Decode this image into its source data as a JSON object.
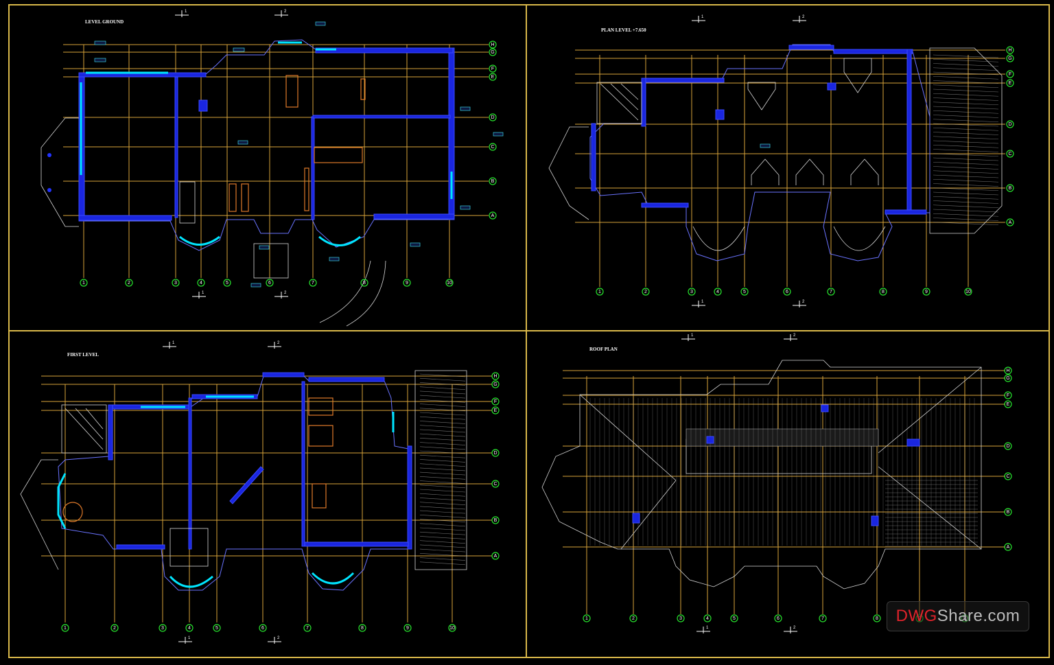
{
  "panels": [
    {
      "title": "LEVEL GROUND"
    },
    {
      "title": "PLAN LEVEL +7.650"
    },
    {
      "title": "FIRST LEVEL"
    },
    {
      "title": "ROOF PLAN"
    }
  ],
  "grid_columns": [
    "1",
    "2",
    "3",
    "4",
    "5",
    "6",
    "7",
    "8",
    "9",
    "10"
  ],
  "grid_rows": [
    "H",
    "G",
    "F",
    "E",
    "D",
    "C",
    "B",
    "A"
  ],
  "section_marks": [
    "1",
    "2"
  ],
  "watermark": {
    "part1": "DWG",
    "part2": "Share.com"
  },
  "colors": {
    "frame": "#d9b84a",
    "grid": "#d9a43a",
    "wall": "#1a26e0",
    "glass": "#00e5ff",
    "bubble": "#27e52e",
    "brand_red": "#e0232b"
  }
}
